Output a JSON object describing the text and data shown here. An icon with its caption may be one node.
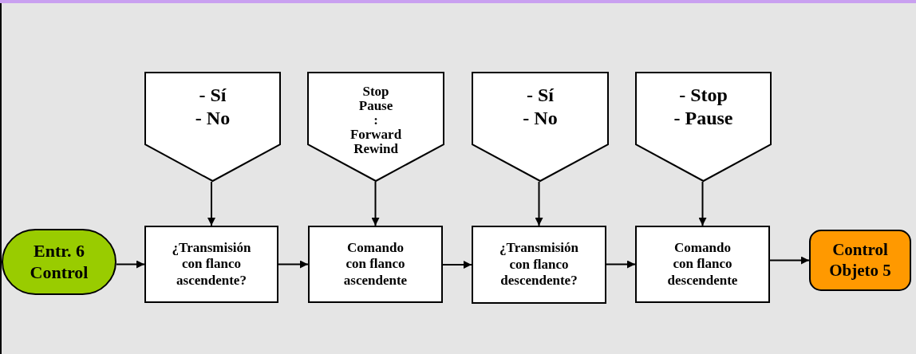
{
  "diagram": {
    "nodes": [
      {
        "text": [
          "- Sí - No"
        ]
      },
      {
        "text": [
          "Stop Pause : Forward Rewind"
        ]
      },
      {
        "text": [
          "- Sí - No"
        ]
      },
      {
        "text": [
          "- Stop - Pause"
        ]
      },
      {
        "text": [
          "Entr. 6 Control"
        ]
      },
      {
        "text": [
          "¿Transmisión con flanco ascendente?"
        ]
      },
      {
        "text": [
          "Comando con flanco ascendente"
        ]
      },
      {
        "text": [
          "¿Transmisión con flanco descendente?"
        ]
      },
      {
        "text": [
          "Comando con flanco descendente"
        ]
      },
      {
        "text": [
          "Control Objeto 5"
        ]
      }
    ],
    "edges": [
      {
        "from": 0,
        "to": 5,
        "arrow": "to"
      },
      {
        "from": 1,
        "to": 6,
        "arrow": "to"
      },
      {
        "from": 2,
        "to": 7,
        "arrow": "to"
      },
      {
        "from": 3,
        "to": 8,
        "arrow": "to"
      },
      {
        "from": 4,
        "to": 5,
        "arrow": "to"
      },
      {
        "from": 5,
        "to": 6,
        "arrow": "to"
      },
      {
        "from": 6,
        "to": 7,
        "arrow": "to"
      },
      {
        "from": 7,
        "to": 8,
        "arrow": "to"
      },
      {
        "from": 8,
        "to": 9,
        "arrow": "to"
      }
    ]
  }
}
